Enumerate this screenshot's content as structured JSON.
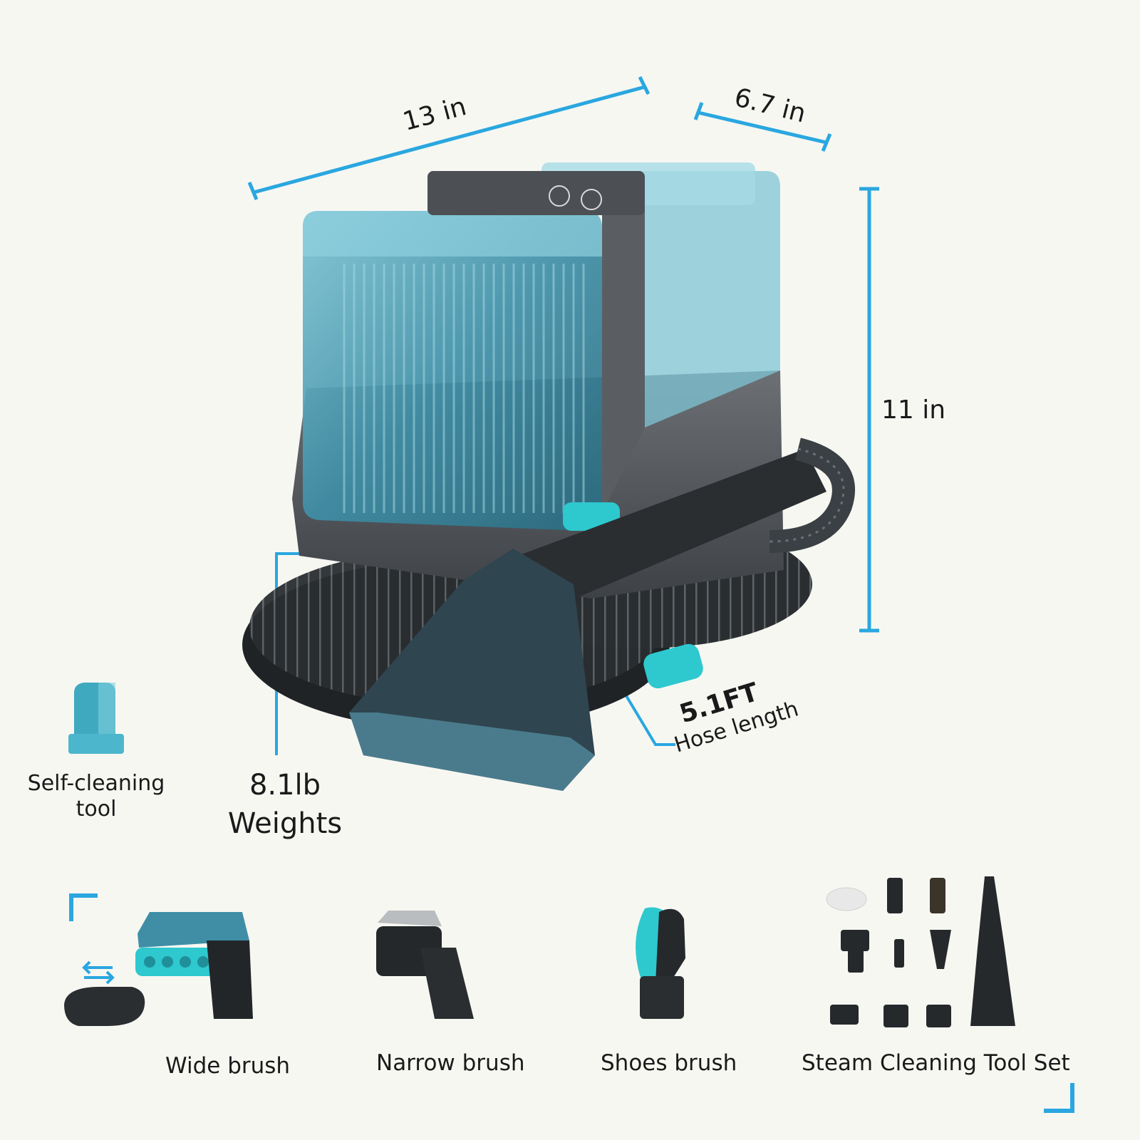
{
  "dimensions": {
    "length": "13 in",
    "depth": "6.7 in",
    "height": "11 in"
  },
  "specs": {
    "weight_value": "8.1lb",
    "weight_label": "Weights",
    "hose_value": "5.1FT",
    "hose_label": "Hose length"
  },
  "self_cleaning": {
    "line1": "Self-cleaning",
    "line2": "tool"
  },
  "accessories": [
    {
      "label": "Wide brush"
    },
    {
      "label": "Narrow brush"
    },
    {
      "label": "Shoes brush"
    },
    {
      "label": "Steam Cleaning Tool Set"
    }
  ],
  "colors": {
    "accent": "#2aa7e0",
    "tank": "#4a9db3",
    "body": "#5b5f63",
    "dark": "#25292c",
    "teal": "#2ec8cf"
  }
}
